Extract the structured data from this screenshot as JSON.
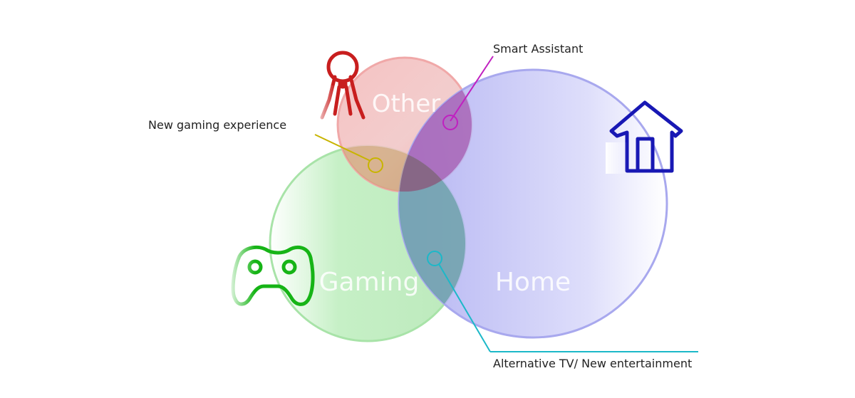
{
  "sets": [
    {
      "key": "other",
      "label": "Other",
      "color": "#e07070",
      "icon": "keyhole-icon",
      "icon_color": "#c81e1e"
    },
    {
      "key": "gaming",
      "label": "Gaming",
      "color": "#5ccc5c",
      "icon": "gamepad-icon",
      "icon_color": "#16b416"
    },
    {
      "key": "home",
      "label": "Home",
      "color": "#7b7be6",
      "icon": "house-icon",
      "icon_color": "#1818b4"
    }
  ],
  "callouts": [
    {
      "key": "smart",
      "text": "Smart Assistant",
      "color": "#c020c0"
    },
    {
      "key": "newgame",
      "text": "New gaming experience",
      "color": "#c8b400"
    },
    {
      "key": "tv",
      "text": "Alternative TV/ New entertainment",
      "color": "#1cb8c8"
    }
  ]
}
